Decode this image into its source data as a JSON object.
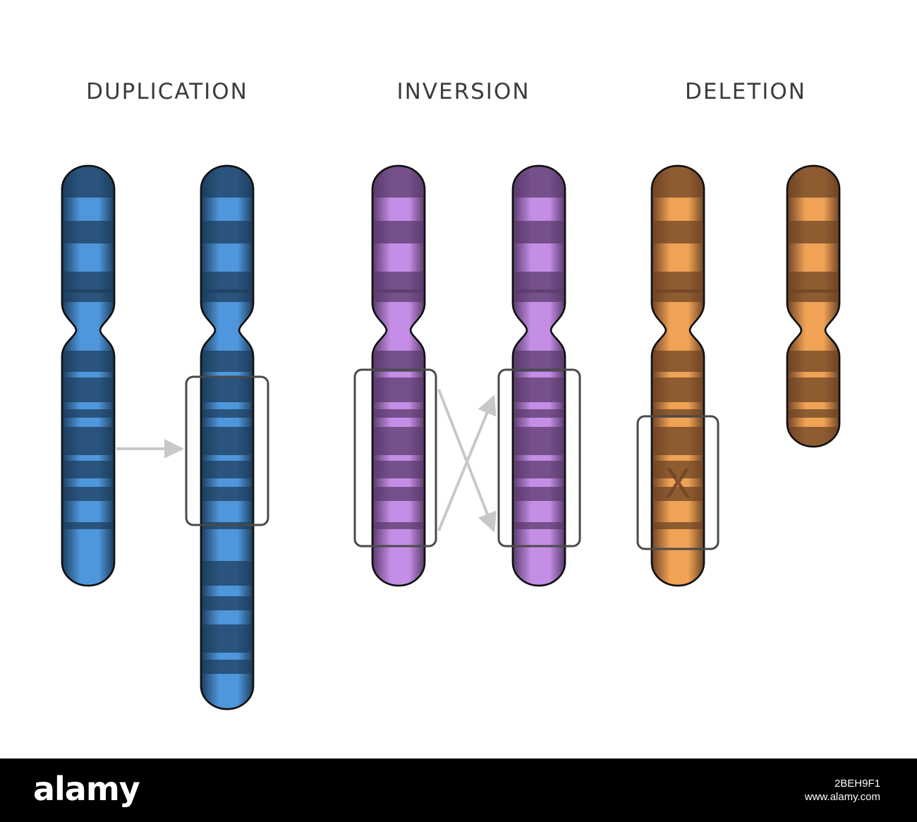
{
  "titles": {
    "duplication": "DUPLICATION",
    "inversion": "INVERSION",
    "deletion": "DELETION"
  },
  "colors": {
    "duplication_light": "#4f97dc",
    "duplication_dark": "#1d3e5e",
    "inversion_light": "#c58ee6",
    "inversion_dark": "#5a3b6c",
    "deletion_light": "#f0a255",
    "deletion_dark": "#6e4426",
    "box_outline": "#4a4a4a",
    "arrow": "#c8c8c8"
  },
  "deletion_mark": "X",
  "footer": {
    "logo": "alamy",
    "image_id": "2BEH9F1",
    "url": "www.alamy.com"
  }
}
